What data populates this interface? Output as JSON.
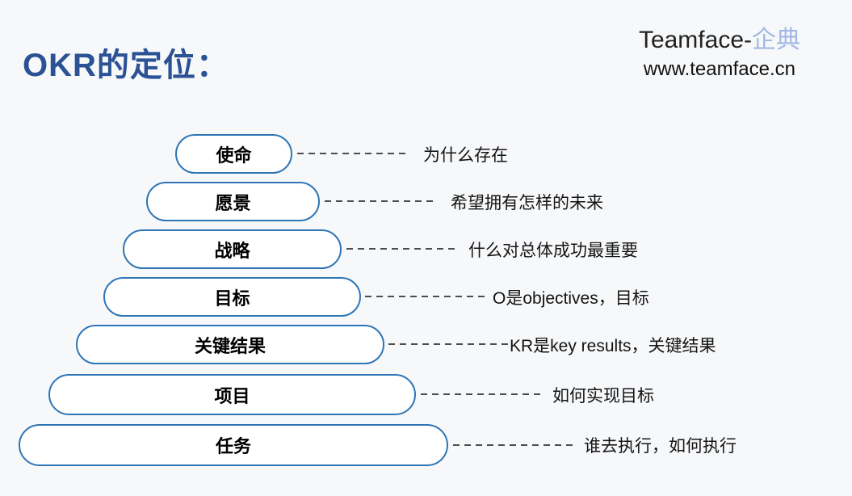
{
  "page": {
    "background_color": "#f7f8fa"
  },
  "header": {
    "title": "OKR的定位：",
    "title_color": "#2b5294",
    "brand": {
      "name_prefix": "Teamface-",
      "name_suffix": "企典",
      "accent_color": "#a3b8e4",
      "url": "www.teamface.cn"
    }
  },
  "pyramid": {
    "colors": {
      "pill_border": "#2e75b6",
      "pill_fill": "#ffffff",
      "dash_line": "#4d4d4d"
    },
    "rows": [
      {
        "label": "使命",
        "description": "为什么存在"
      },
      {
        "label": "愿景",
        "description": "希望拥有怎样的未来"
      },
      {
        "label": "战略",
        "description": "什么对总体成功最重要"
      },
      {
        "label": "目标",
        "description": "O是objectives，目标"
      },
      {
        "label": "关键结果",
        "description": "KR是key results，关键结果"
      },
      {
        "label": "项目",
        "description": "如何实现目标"
      },
      {
        "label": "任务",
        "description": "谁去执行，如何执行"
      }
    ]
  }
}
